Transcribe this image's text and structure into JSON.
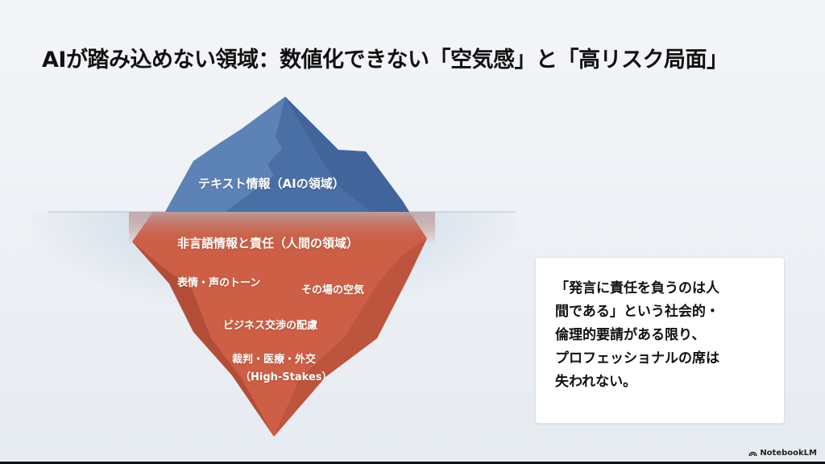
{
  "slide": {
    "title": "AIが踏み込めない領域：数値化できない「空気感」と「高リスク局面」"
  },
  "iceberg": {
    "colors": {
      "above": "#4a6fa5",
      "above_light": "#5d82b6",
      "below": "#cc5f45",
      "below_dark": "#b24e38"
    },
    "above_label": "テキスト情報（AIの領域）",
    "below_heading": "非言語情報と責任（人間の領域）",
    "below_items": [
      "表情・声のトーン",
      "その場の空気",
      "ビジネス交渉の配慮",
      "裁判・医療・外交",
      "（High-Stakes）"
    ]
  },
  "quote_card": {
    "lines": [
      "「発言に責任を負うのは人",
      "間である」という社会的・",
      "倫理的要請がある限り、",
      "プロフェッショナルの席は",
      "失われない。"
    ]
  },
  "brand": {
    "icon": "notebooklm-logo-icon",
    "label": "NotebookLM"
  }
}
